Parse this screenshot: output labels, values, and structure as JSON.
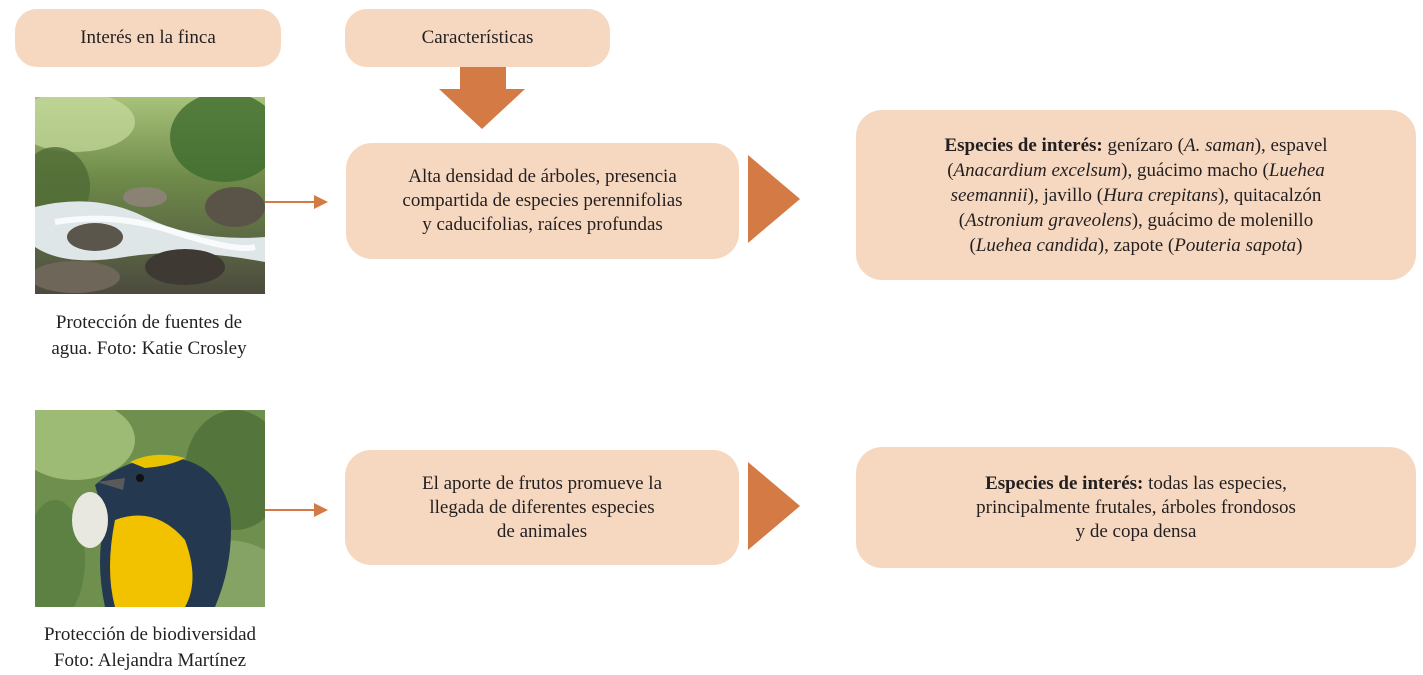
{
  "headers": {
    "interest": "Interés en la finca",
    "characteristics": "Características"
  },
  "row1": {
    "photo_icon": "river-stream-photo",
    "caption_line1": "Protección de fuentes de",
    "caption_line2": "agua. Foto: Katie Crosley",
    "characteristics_lines": [
      "Alta densidad de árboles, presencia",
      "compartida de especies perennifolias",
      "y caducifolias, raíces profundas"
    ],
    "species_label": "Especies de interés:",
    "species_parts": [
      " genízaro (",
      "A. saman",
      "), espavel",
      "Anacardium excelsum",
      "), guácimo macho (",
      "Luehea",
      "seemannii",
      "), javillo (",
      "Hura crepitans",
      "), quitacalzón",
      "Astronium graveolens",
      "), guácimo de molenillo",
      "Luehea candida",
      "), zapote (",
      "Pouteria sapota",
      ")",
      "(",
      "(",
      "("
    ]
  },
  "row2": {
    "photo_icon": "bird-tanager-photo",
    "caption_line1": "Protección de biodiversidad",
    "caption_line2": "Foto: Alejandra Martínez",
    "characteristics_lines": [
      "El aporte de frutos promueve la",
      "llegada de diferentes especies",
      "de animales"
    ],
    "species_label": "Especies de interés:",
    "species_rest_lines": [
      " todas las especies,",
      "principalmente frutales, árboles frondosos",
      "y de copa densa"
    ]
  },
  "colors": {
    "box_fill": "#f6d8c1",
    "arrow": "#d47a45"
  }
}
